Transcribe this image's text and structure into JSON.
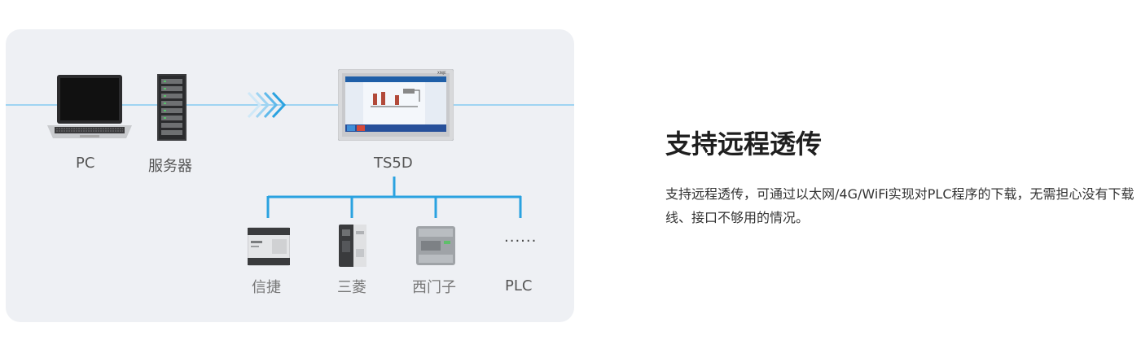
{
  "diagram": {
    "labels": {
      "pc": "PC",
      "server": "服务器",
      "hmi": "TS5D",
      "plc_xinjie": "信捷",
      "plc_mitsubishi": "三菱",
      "plc_siemens": "西门子",
      "plc_generic": "PLC",
      "more": "......"
    },
    "hmi_screen_brand": "XINJE",
    "colors": {
      "accent": "#2aa2e0",
      "link_line": "#9fd4f2",
      "panel_bg": "#eef0f4"
    }
  },
  "feature": {
    "title": "支持远程透传",
    "description": "支持远程透传，可通过以太网/4G/WiFi实现对PLC程序的下载，无需担心没有下载线、接口不够用的情况。"
  }
}
